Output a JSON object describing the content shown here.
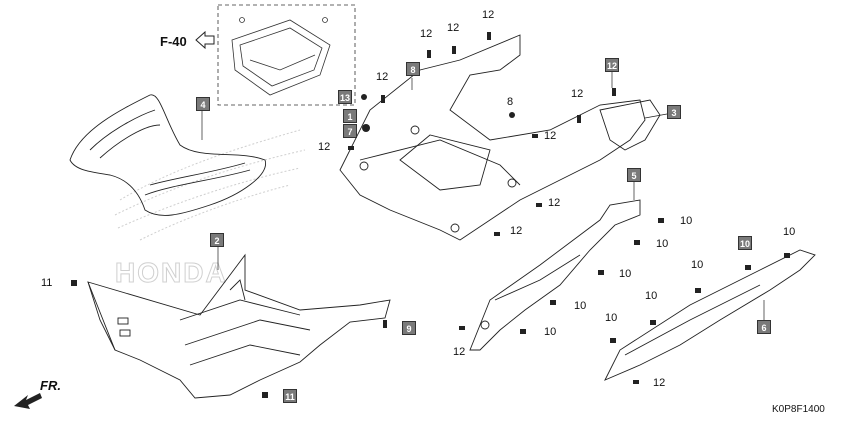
{
  "ref_section": "F-40",
  "direction_label": "FR.",
  "diagram_code": "K0P8F1400",
  "watermark_text": "HONDA",
  "callouts": {
    "c1": "1",
    "c2": "2",
    "c3": "3",
    "c4": "4",
    "c5": "5",
    "c6": "6",
    "c7": "7",
    "c8": "8",
    "c9": "9",
    "c10": "10",
    "c11": "11",
    "c13": "13"
  },
  "fastener_labels": {
    "bolt_12": "12",
    "nut_10": "10",
    "bolt_8": "8",
    "clip_11": "11"
  },
  "colors": {
    "line": "#1a1a1a",
    "box_fill": "#7a7a7a",
    "box_text": "#ffffff",
    "watermark": "#d8d8d8"
  }
}
